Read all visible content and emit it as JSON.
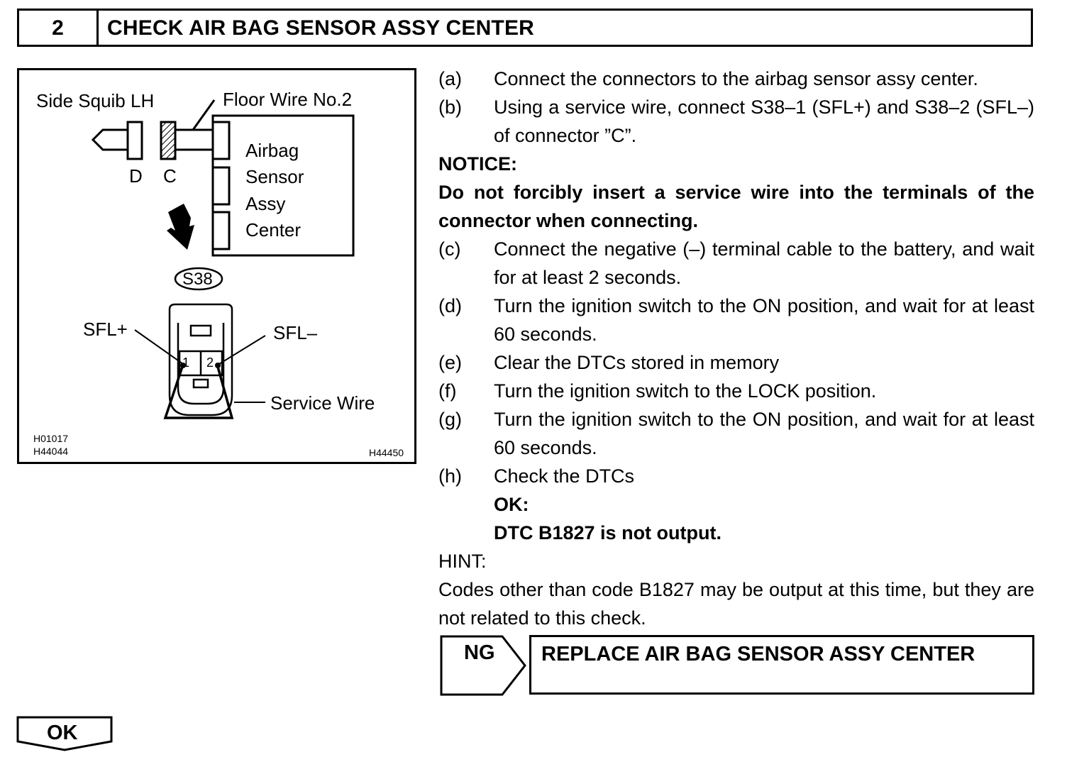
{
  "header": {
    "step_number": "2",
    "title": "CHECK AIR BAG SENSOR ASSY CENTER"
  },
  "figure": {
    "side_squib": "Side Squib LH",
    "floor_wire": "Floor Wire No.2",
    "conn_d": "D",
    "conn_c": "C",
    "module_lines": [
      "Airbag",
      "Sensor",
      "Assy",
      "Center"
    ],
    "connector_code": "S38",
    "pin_plus": "SFL+",
    "pin_minus": "SFL–",
    "pin1": "1",
    "pin2": "2",
    "service_wire": "Service Wire",
    "code1": "H01017",
    "code2": "H44044",
    "code3": "H44450"
  },
  "steps": {
    "a": {
      "label": "(a)",
      "text": "Connect the connectors to the airbag sensor assy center."
    },
    "b": {
      "label": "(b)",
      "text": "Using a service wire, connect S38–1 (SFL+) and S38–2 (SFL–) of connector ”C”."
    },
    "notice_title": "NOTICE:",
    "notice_text": "Do not forcibly insert a service wire into the terminals of the connector when connecting.",
    "c": {
      "label": "(c)",
      "text": "Connect the negative (–) terminal cable to the battery, and wait for at least 2 seconds."
    },
    "d": {
      "label": "(d)",
      "text": "Turn the ignition switch to the ON position, and wait for at least 60 seconds."
    },
    "e": {
      "label": "(e)",
      "text": "Clear the DTCs stored in memory"
    },
    "f": {
      "label": "(f)",
      "text": "Turn the ignition switch to the LOCK position."
    },
    "g": {
      "label": "(g)",
      "text": "Turn the ignition switch to the ON position, and wait for at least 60 seconds."
    },
    "h": {
      "label": "(h)",
      "text": "Check the DTCs"
    },
    "ok_title": "OK:",
    "ok_text": "DTC B1827 is not output.",
    "hint_title": "HINT:",
    "hint_text": "Codes other than code B1827 may be output at this time, but they are not related to this check."
  },
  "ng": {
    "label": "NG",
    "action": "REPLACE AIR BAG SENSOR ASSY CENTER"
  },
  "ok": {
    "label": "OK"
  }
}
